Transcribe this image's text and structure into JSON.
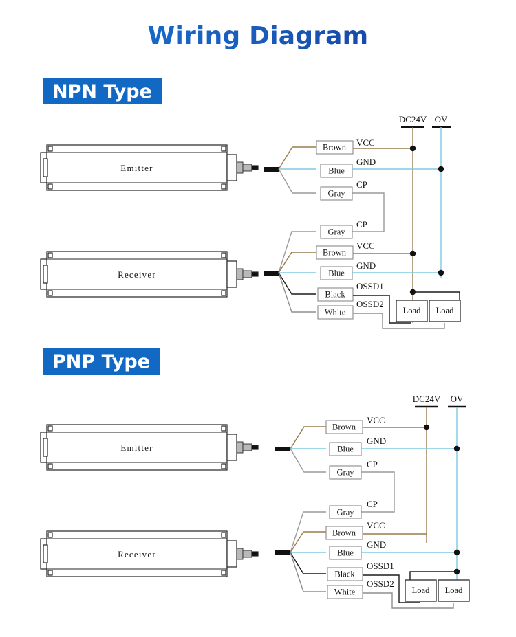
{
  "page": {
    "title": "Wiring Diagram",
    "title_color_start": "#1477d4",
    "title_color_end": "#16338f",
    "background": "#ffffff"
  },
  "sections": [
    {
      "id": "npn",
      "badge_label": "NPN Type",
      "badge_bg": "#1269c4",
      "badge_text_color": "#ffffff",
      "devices": [
        {
          "name": "Emitter"
        },
        {
          "name": "Receiver"
        }
      ],
      "power_rails": [
        {
          "label": "DC24V",
          "color": "#9a7b4f"
        },
        {
          "label": "OV",
          "color": "#7ec8e3"
        }
      ],
      "emitter_wires": [
        {
          "color_label": "Brown",
          "signal": "VCC",
          "wire_color": "#9a7b4f"
        },
        {
          "color_label": "Blue",
          "signal": "GND",
          "wire_color": "#7ec8e3"
        },
        {
          "color_label": "Gray",
          "signal": "CP",
          "wire_color": "#9a9a9a"
        }
      ],
      "receiver_wires": [
        {
          "color_label": "Gray",
          "signal": "CP",
          "wire_color": "#9a9a9a"
        },
        {
          "color_label": "Brown",
          "signal": "VCC",
          "wire_color": "#9a7b4f"
        },
        {
          "color_label": "Blue",
          "signal": "GND",
          "wire_color": "#7ec8e3"
        },
        {
          "color_label": "Black",
          "signal": "OSSD1",
          "wire_color": "#1a1a1a"
        },
        {
          "color_label": "White",
          "signal": "OSSD2",
          "wire_color": "#8e8e8e"
        }
      ],
      "loads": [
        {
          "label": "Load"
        },
        {
          "label": "Load"
        }
      ]
    },
    {
      "id": "pnp",
      "badge_label": "PNP Type",
      "badge_bg": "#1269c4",
      "badge_text_color": "#ffffff",
      "devices": [
        {
          "name": "Emitter"
        },
        {
          "name": "Receiver"
        }
      ],
      "power_rails": [
        {
          "label": "DC24V",
          "color": "#9a7b4f"
        },
        {
          "label": "OV",
          "color": "#7ec8e3"
        }
      ],
      "emitter_wires": [
        {
          "color_label": "Brown",
          "signal": "VCC",
          "wire_color": "#9a7b4f"
        },
        {
          "color_label": "Blue",
          "signal": "GND",
          "wire_color": "#7ec8e3"
        },
        {
          "color_label": "Gray",
          "signal": "CP",
          "wire_color": "#9a9a9a"
        }
      ],
      "receiver_wires": [
        {
          "color_label": "Gray",
          "signal": "CP",
          "wire_color": "#9a9a9a"
        },
        {
          "color_label": "Brown",
          "signal": "VCC",
          "wire_color": "#9a7b4f"
        },
        {
          "color_label": "Blue",
          "signal": "GND",
          "wire_color": "#7ec8e3"
        },
        {
          "color_label": "Black",
          "signal": "OSSD1",
          "wire_color": "#1a1a1a"
        },
        {
          "color_label": "White",
          "signal": "OSSD2",
          "wire_color": "#8e8e8e"
        }
      ],
      "loads": [
        {
          "label": "Load"
        },
        {
          "label": "Load"
        }
      ]
    }
  ]
}
